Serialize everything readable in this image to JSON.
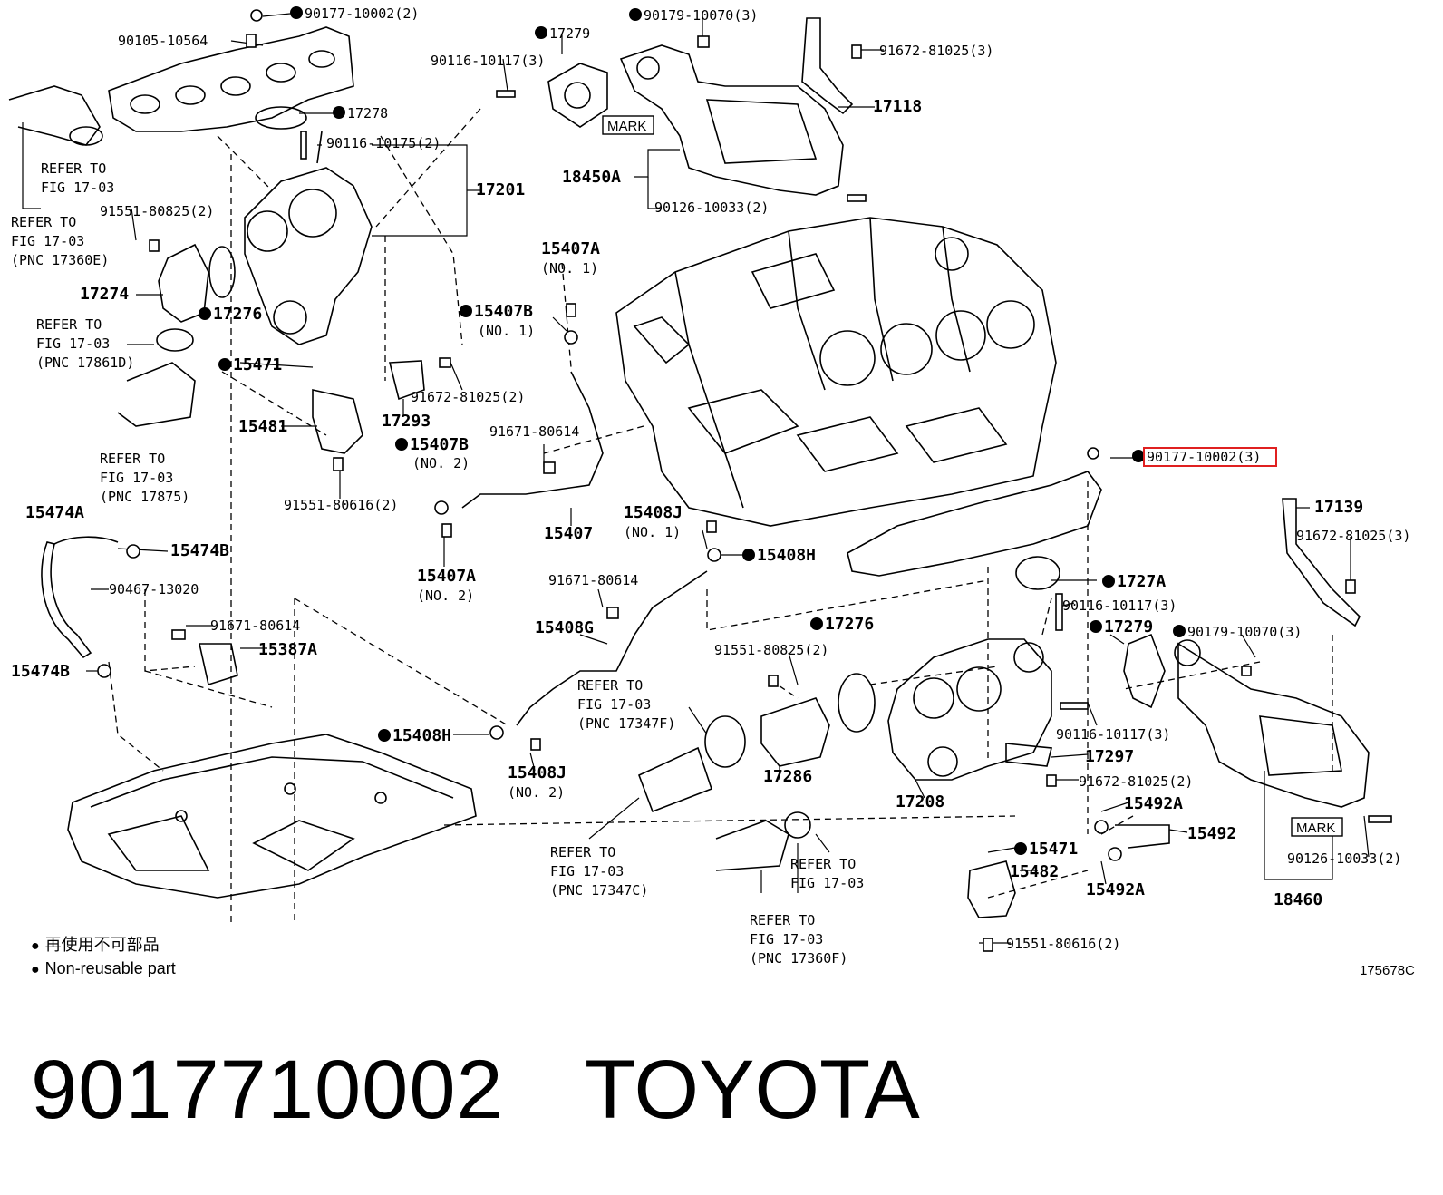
{
  "callouts": [
    {
      "id": "c1",
      "text": "90177-10002(2)",
      "bullet": true
    },
    {
      "id": "c2",
      "text": "90105-10564",
      "bullet": false
    },
    {
      "id": "c3",
      "text": "17279",
      "bullet": true
    },
    {
      "id": "c4",
      "text": "90179-10070(3)",
      "bullet": true
    },
    {
      "id": "c5",
      "text": "91672-81025(3)",
      "bullet": false
    },
    {
      "id": "c6",
      "text": "90116-10117(3)",
      "bullet": false
    },
    {
      "id": "c7",
      "text": "17278",
      "bullet": true
    },
    {
      "id": "c8",
      "text": "17118",
      "bullet": false
    },
    {
      "id": "c9",
      "text": "90116-10175(2)",
      "bullet": false
    },
    {
      "id": "c10",
      "text": "18450A",
      "bullet": false
    },
    {
      "id": "c11",
      "text": "17201",
      "bullet": false
    },
    {
      "id": "c12",
      "text": "90126-10033(2)",
      "bullet": false
    },
    {
      "id": "c13",
      "text": "91551-80825(2)",
      "bullet": false
    },
    {
      "id": "c14",
      "text": "15407A",
      "bullet": false
    },
    {
      "id": "c15",
      "text": "(NO. 1)",
      "bullet": false
    },
    {
      "id": "c16",
      "text": "17274",
      "bullet": false
    },
    {
      "id": "c17",
      "text": "17276",
      "bullet": true
    },
    {
      "id": "c18",
      "text": "15407B",
      "bullet": true
    },
    {
      "id": "c19",
      "text": "(NO. 1)",
      "bullet": false
    },
    {
      "id": "c20",
      "text": "15471",
      "bullet": true
    },
    {
      "id": "c21",
      "text": "91672-81025(2)",
      "bullet": false
    },
    {
      "id": "c22",
      "text": "15481",
      "bullet": false
    },
    {
      "id": "c23",
      "text": "17293",
      "bullet": false
    },
    {
      "id": "c24",
      "text": "91671-80614",
      "bullet": false
    },
    {
      "id": "c25",
      "text": "15407B",
      "bullet": true
    },
    {
      "id": "c26",
      "text": "(NO. 2)",
      "bullet": false
    },
    {
      "id": "c27",
      "text": "91551-80616(2)",
      "bullet": false
    },
    {
      "id": "c28",
      "text": "90177-10002(3)",
      "bullet": true,
      "highlight": true
    },
    {
      "id": "c29",
      "text": "17139",
      "bullet": false
    },
    {
      "id": "c30",
      "text": "91672-81025(3)",
      "bullet": false
    },
    {
      "id": "c31",
      "text": "15474A",
      "bullet": false
    },
    {
      "id": "c32",
      "text": "15474B",
      "bullet": false
    },
    {
      "id": "c33",
      "text": "15407",
      "bullet": false
    },
    {
      "id": "c34",
      "text": "15408J",
      "bullet": false
    },
    {
      "id": "c35",
      "text": "(NO. 1)",
      "bullet": false
    },
    {
      "id": "c36",
      "text": "15408H",
      "bullet": true
    },
    {
      "id": "c37",
      "text": "15407A",
      "bullet": false
    },
    {
      "id": "c38",
      "text": "(NO. 2)",
      "bullet": false
    },
    {
      "id": "c39",
      "text": "91671-80614",
      "bullet": false
    },
    {
      "id": "c40",
      "text": "1727A",
      "bullet": true
    },
    {
      "id": "c41",
      "text": "90467-13020",
      "bullet": false
    },
    {
      "id": "c42",
      "text": "90116-10117(3)",
      "bullet": false
    },
    {
      "id": "c43",
      "text": "91671-80614",
      "bullet": false
    },
    {
      "id": "c44",
      "text": "15408G",
      "bullet": false
    },
    {
      "id": "c45",
      "text": "17276",
      "bullet": true
    },
    {
      "id": "c46",
      "text": "17279",
      "bullet": true
    },
    {
      "id": "c47",
      "text": "90179-10070(3)",
      "bullet": true
    },
    {
      "id": "c48",
      "text": "15387A",
      "bullet": false
    },
    {
      "id": "c49",
      "text": "15474B",
      "bullet": false
    },
    {
      "id": "c50",
      "text": "91551-80825(2)",
      "bullet": false
    },
    {
      "id": "c51",
      "text": "15408H",
      "bullet": true
    },
    {
      "id": "c52",
      "text": "90116-10117(3)",
      "bullet": false
    },
    {
      "id": "c53",
      "text": "15408J",
      "bullet": false
    },
    {
      "id": "c54",
      "text": "(NO. 2)",
      "bullet": false
    },
    {
      "id": "c55",
      "text": "17297",
      "bullet": false
    },
    {
      "id": "c56",
      "text": "17286",
      "bullet": false
    },
    {
      "id": "c57",
      "text": "91672-81025(2)",
      "bullet": false
    },
    {
      "id": "c58",
      "text": "17208",
      "bullet": false
    },
    {
      "id": "c59",
      "text": "15492A",
      "bullet": false
    },
    {
      "id": "c60",
      "text": "15492",
      "bullet": false
    },
    {
      "id": "c61",
      "text": "15471",
      "bullet": true
    },
    {
      "id": "c62",
      "text": "15482",
      "bullet": false
    },
    {
      "id": "c63",
      "text": "15492A",
      "bullet": false
    },
    {
      "id": "c64",
      "text": "90126-10033(2)",
      "bullet": false
    },
    {
      "id": "c65",
      "text": "18460",
      "bullet": false
    },
    {
      "id": "c66",
      "text": "91551-80616(2)",
      "bullet": false
    }
  ],
  "refs": [
    {
      "id": "r1",
      "lines": [
        "REFER TO",
        "FIG 17-03"
      ]
    },
    {
      "id": "r2",
      "lines": [
        "REFER TO",
        "FIG 17-03",
        "(PNC 17360E)"
      ]
    },
    {
      "id": "r3",
      "lines": [
        "REFER TO",
        "FIG 17-03",
        "(PNC 17861D)"
      ]
    },
    {
      "id": "r4",
      "lines": [
        "REFER TO",
        "FIG 17-03",
        "(PNC 17875)"
      ]
    },
    {
      "id": "r5",
      "lines": [
        "REFER TO",
        "FIG 17-03",
        "(PNC 17347F)"
      ]
    },
    {
      "id": "r6",
      "lines": [
        "REFER TO",
        "FIG 17-03",
        "(PNC 17347C)"
      ]
    },
    {
      "id": "r7",
      "lines": [
        "REFER TO",
        "FIG 17-03"
      ]
    },
    {
      "id": "r8",
      "lines": [
        "REFER TO",
        "FIG 17-03",
        "(PNC 17360F)"
      ]
    }
  ],
  "marks": [
    "MARK",
    "MARK"
  ],
  "legend": {
    "bullet": "●",
    "line1": "再使用不可部品",
    "line2": "Non-reusable part"
  },
  "diagram_code": "175678C",
  "highlight_color": "#e02020",
  "footer": {
    "part_number": "9017710002",
    "brand": "TOYOTA"
  }
}
